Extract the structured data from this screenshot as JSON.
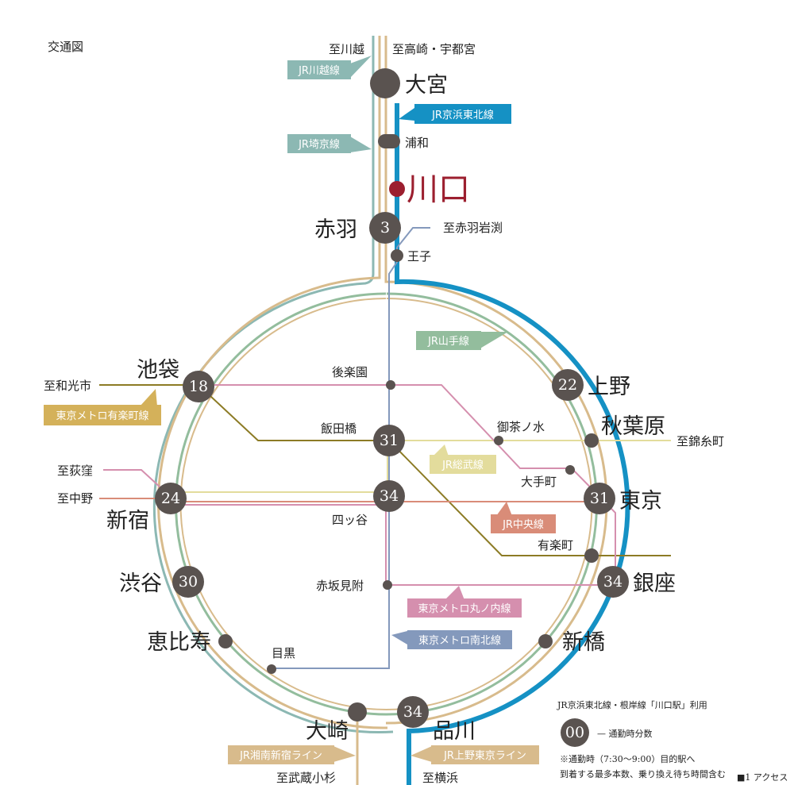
{
  "title": "交通図",
  "directions": {
    "kawagoe": "至川越",
    "takasaki": "至高崎・宇都宮",
    "akabane_iwabuchi": "至赤羽岩渕",
    "wakoshi": "至和光市",
    "kinshicho": "至錦糸町",
    "ogikubo": "至荻窪",
    "nakano": "至中野",
    "musashikosugi": "至武蔵小杉",
    "yokohama": "至横浜"
  },
  "lines": {
    "kawagoe": "JR川越線",
    "keihin": "JR京浜東北線",
    "saikyo": "JR埼京線",
    "yamanote": "JR山手線",
    "yurakucho": "東京メトロ有楽町線",
    "sobu": "JR総武線",
    "chuo": "JR中央線",
    "marunouchi": "東京メトロ丸ノ内線",
    "namboku": "東京メトロ南北線",
    "shonan": "JR湘南新宿ライン",
    "ueno_tokyo": "JR上野東京ライン"
  },
  "stations": {
    "omiya": "大宮",
    "urawa": "浦和",
    "kawaguchi": "川口",
    "akabane": "赤羽",
    "oji": "王子",
    "ikebukuro": "池袋",
    "korakuen": "後楽園",
    "iidabashi": "飯田橋",
    "ochanomizu": "御茶ノ水",
    "ueno": "上野",
    "akihabara": "秋葉原",
    "otemachi": "大手町",
    "tokyo": "東京",
    "shinjuku": "新宿",
    "yotsuya": "四ッ谷",
    "yurakucho": "有楽町",
    "ginza": "銀座",
    "shibuya": "渋谷",
    "akasakamitsuke": "赤坂見附",
    "ebisu": "恵比寿",
    "shimbashi": "新橋",
    "meguro": "目黒",
    "osaki": "大崎",
    "shinagawa": "品川"
  },
  "minutes": {
    "akabane": "3",
    "ikebukuro": "18",
    "iidabashi": "31",
    "ueno": "22",
    "tokyo": "31",
    "shinjuku": "24",
    "yotsuya": "34",
    "ginza": "34",
    "shibuya": "30",
    "shinagawa": "34"
  },
  "legend": {
    "heading": "JR京浜東北線・根岸線「川口駅」利用",
    "sample": "00",
    "sample_label": "— 通勤時分数",
    "note1": "※通勤時（7:30～9:00）目的駅へ",
    "note2": "到着する最多本数、乗り換え待ち時間含む",
    "access": "■1 アクセス"
  },
  "colors": {
    "saikyo": "#8cb8b3",
    "tan": "#d8bb8c",
    "keihin": "#1591c4",
    "yamanote": "#93bd9d",
    "yurakucho_line": "#8c7b25",
    "sobu": "#e3dc9c",
    "chuo": "#d98c78",
    "marunouchi": "#d58fae",
    "namboku": "#8499bc",
    "station": "#5a5350",
    "kawaguchi": "#9c1f2f"
  }
}
